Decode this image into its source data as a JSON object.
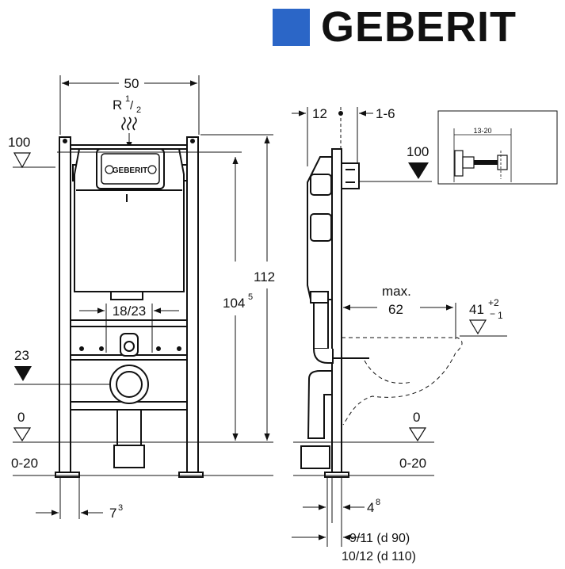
{
  "brand": {
    "name": "GEBERIT",
    "color": "#2b66c7"
  },
  "front_view": {
    "width": "50",
    "thread": "R",
    "thread_num": "1",
    "thread_den": "2",
    "level_100": "100",
    "level_23": "23",
    "level_0": "0",
    "range_floor": "0-20",
    "spacing": "18/23",
    "height_total": "112",
    "height_inner_main": "104",
    "height_inner_sup": "5",
    "foot_main": "7",
    "foot_sup": "3",
    "plate_logo": "GEBERIT"
  },
  "side_view": {
    "top_left": "12",
    "top_right": "1-6",
    "level_100": "100",
    "max_label": "max.",
    "projection": "62",
    "level_41": "41",
    "tol_plus": "+2",
    "tol_minus": "1",
    "level_0": "0",
    "range_floor": "0-20",
    "offset_main": "4",
    "offset_sup": "8",
    "bottom_1": "9/11  (d 90)",
    "bottom_2": "10/12  (d 110)",
    "inset_dim": "13-20"
  }
}
